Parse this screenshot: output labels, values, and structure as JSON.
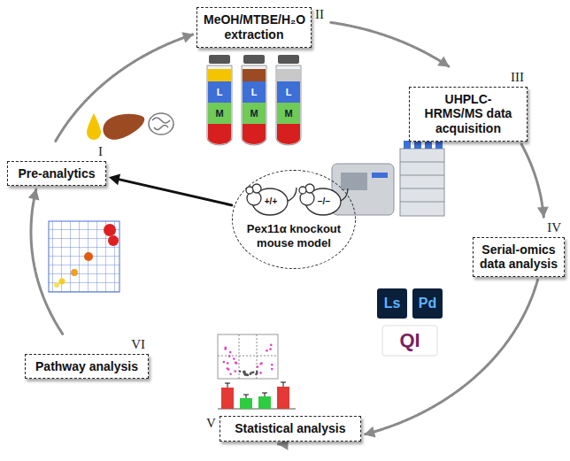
{
  "diagram": {
    "nodes": [
      {
        "text": [
          "I",
          "Pre-analytics"
        ]
      },
      {
        "text": [
          "II",
          "MeOH/MTBE/H₂O extraction"
        ]
      },
      {
        "text": [
          "III",
          "UHPLC-HRMS/MS data acquisition"
        ]
      },
      {
        "text": [
          "IV",
          "Serial-omics data analysis"
        ]
      },
      {
        "text": [
          "V",
          "Statistical analysis"
        ]
      },
      {
        "text": [
          "VI",
          "Pathway analysis"
        ]
      },
      {
        "text": [
          "Pex11α knockout mouse model"
        ]
      }
    ],
    "edges": [
      {
        "from": 0,
        "to": 1,
        "arrow": "to"
      },
      {
        "from": 1,
        "to": 2,
        "arrow": "to"
      },
      {
        "from": 2,
        "to": 3,
        "arrow": "to"
      },
      {
        "from": 3,
        "to": 4,
        "arrow": "to"
      },
      {
        "from": 4,
        "to": 5,
        "arrow": "to"
      },
      {
        "from": 5,
        "to": 0,
        "arrow": "to"
      },
      {
        "from": 6,
        "to": 0,
        "arrow": "to"
      }
    ],
    "labels": [
      "L",
      "M",
      "L",
      "M",
      "L",
      "M",
      "+/+",
      "−/−",
      "Ls",
      "Pd",
      "QI"
    ]
  }
}
